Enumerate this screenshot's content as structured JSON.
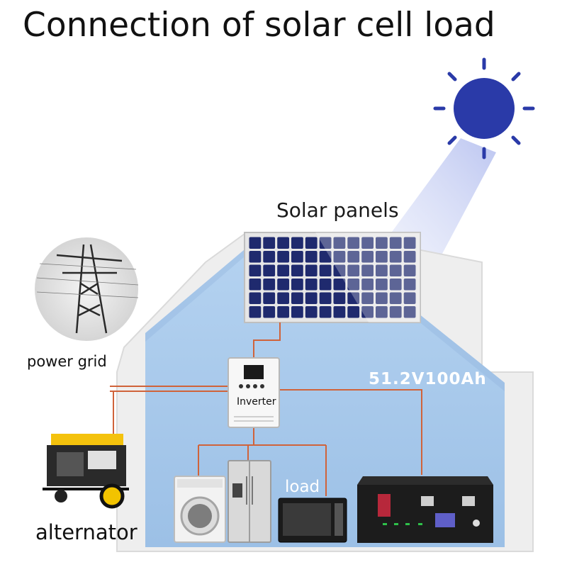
{
  "title": "Connection of solar cell load",
  "labels": {
    "solar_panels": "Solar panels",
    "power_grid": "power grid",
    "alternator": "alternator",
    "load": "load",
    "battery_spec": "51.2V100Ah",
    "inverter": "Inverter"
  },
  "colors": {
    "sun": "#2a3aa8",
    "house_fill": "#a8c9ec",
    "house_frame": "#f2f2f2",
    "wire": "#d0633a",
    "panel_cell": "#1f2a6e",
    "battery_body": "#1c1c1c"
  },
  "icons": [
    "sun-icon",
    "power-tower-icon",
    "generator-icon",
    "washing-machine-icon",
    "refrigerator-icon",
    "microwave-icon",
    "battery-icon",
    "inverter-icon",
    "solar-panel-icon"
  ]
}
